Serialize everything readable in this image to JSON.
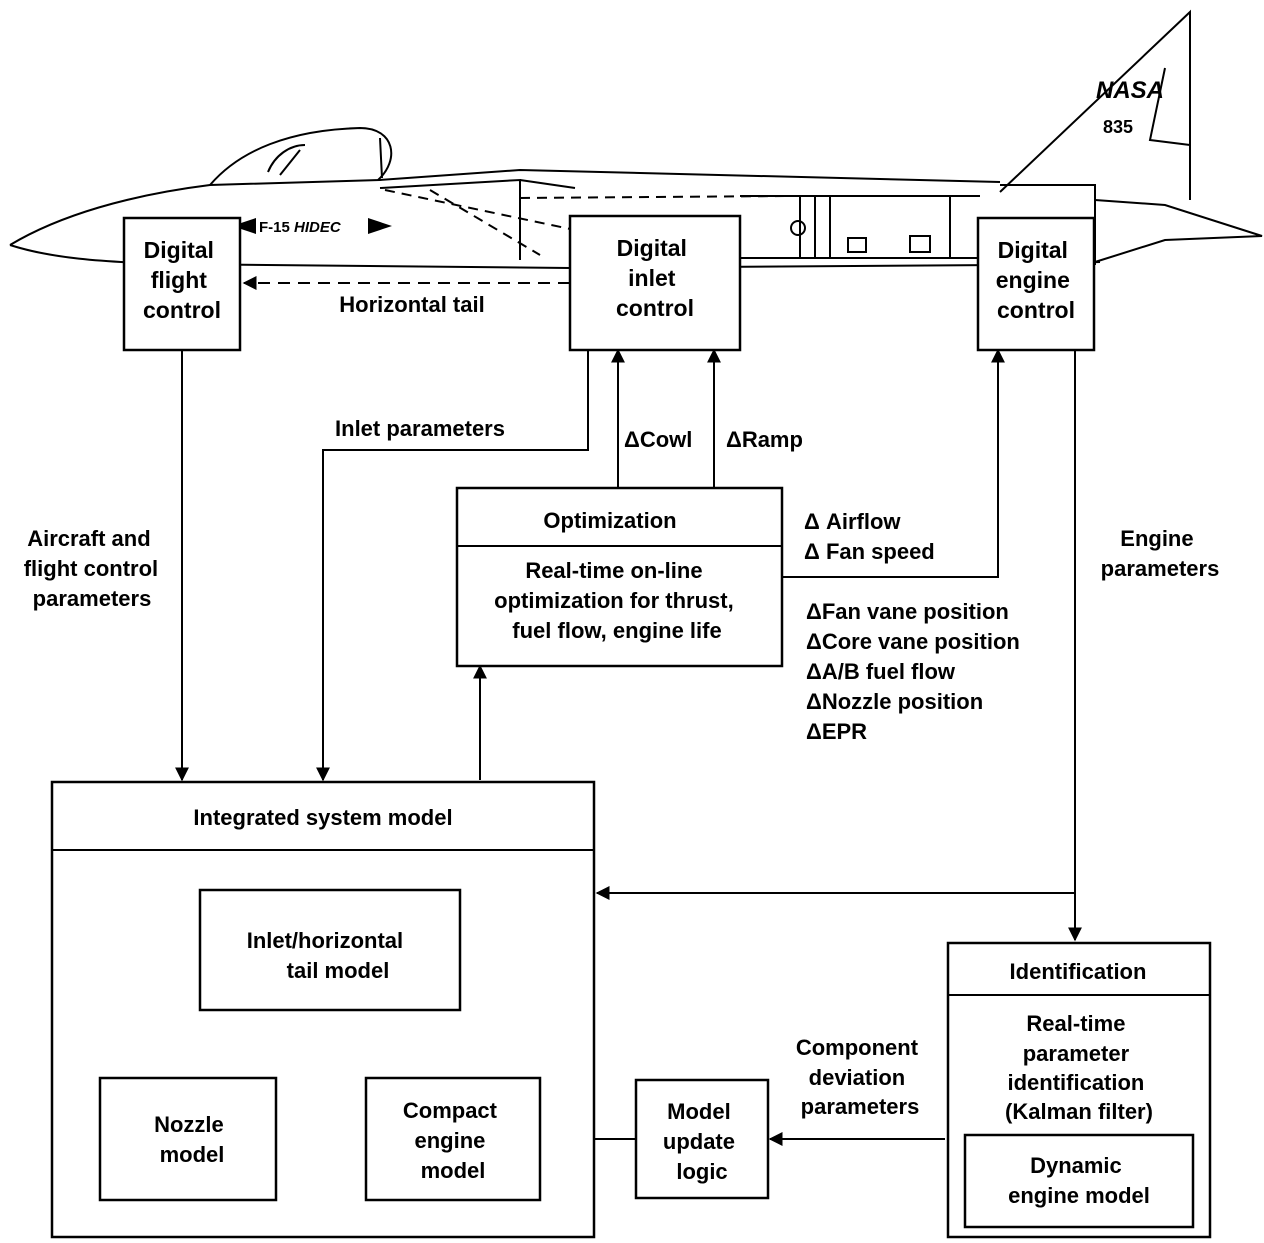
{
  "aircraft": {
    "tail_logo": "NASA",
    "tail_number": "835",
    "designation_prefix": "F-15",
    "designation_name": "HIDEC"
  },
  "blocks": {
    "digital_flight_control": [
      "Digital",
      "flight",
      "control"
    ],
    "digital_inlet_control": [
      "Digital",
      "inlet",
      "control"
    ],
    "digital_engine_control": [
      "Digital",
      "engine",
      "control"
    ],
    "optimization": {
      "title": "Optimization",
      "body": [
        "Real-time on-line",
        "optimization for thrust,",
        "fuel flow, engine life"
      ]
    },
    "integrated_system_model": {
      "title": "Integrated system model",
      "inlet_tail_model": [
        "Inlet/horizontal",
        "tail model"
      ],
      "nozzle_model": [
        "Nozzle",
        "model"
      ],
      "compact_engine_model": [
        "Compact",
        "engine",
        "model"
      ]
    },
    "model_update_logic": [
      "Model",
      "update",
      "logic"
    ],
    "identification": {
      "title": "Identification",
      "body": [
        "Real-time",
        "parameter",
        "identification",
        "(Kalman filter)"
      ],
      "dynamic_engine_model": [
        "Dynamic",
        "engine model"
      ]
    }
  },
  "signals": {
    "horizontal_tail": "Horizontal tail",
    "inlet_parameters": "Inlet parameters",
    "delta_symbol": "Δ",
    "cowl": "Cowl",
    "ramp": "Ramp",
    "aircraft_params": [
      "Aircraft and",
      "flight control",
      "parameters"
    ],
    "engine_params": [
      "Engine",
      "parameters"
    ],
    "engine_deltas_upper": [
      "Airflow",
      "Fan speed"
    ],
    "engine_deltas_lower": [
      "Fan vane position",
      "Core vane position",
      "A/B fuel flow",
      "Nozzle position",
      "EPR"
    ],
    "component_deviation": [
      "Component",
      "deviation",
      "parameters"
    ]
  }
}
